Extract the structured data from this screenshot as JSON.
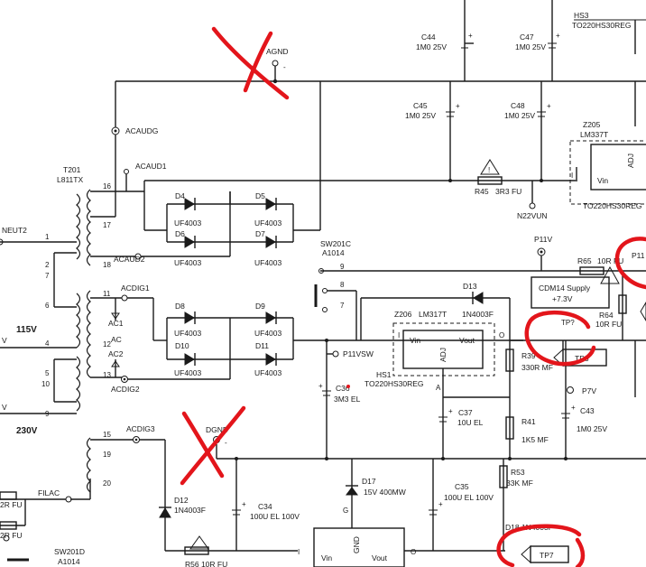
{
  "transformer": {
    "ref": "T201",
    "part": "L811TX",
    "pins": [
      "1",
      "2",
      "7",
      "6",
      "4",
      "5",
      "10",
      "9",
      "16",
      "17",
      "18",
      "11",
      "12",
      "13",
      "15",
      "19",
      "20"
    ],
    "voltage_115": "115V",
    "voltage_230": "230V",
    "left_cut_1": "NEUT2",
    "left_cut_2": "V",
    "left_cut_3": "V"
  },
  "nets": {
    "agnd": "AGND",
    "acaudg": "ACAUDG",
    "acaud1": "ACAUD1",
    "acaud2": "ACAUD2",
    "acdig1": "ACDIG1",
    "acdig2": "ACDIG2",
    "acdig3": "ACDIG3",
    "ac1": "AC1",
    "ac": "AC",
    "ac2": "AC2",
    "dgnd": "DGND",
    "filac": "FILAC",
    "p11v": "P11V",
    "p11vsw": "P11VSW",
    "p7v": "P7V",
    "n22vun": "N22VUN",
    "p11_cut": "P11",
    "minus": "-"
  },
  "diodes": {
    "audio": [
      {
        "ref": "D4",
        "part": "UF4003"
      },
      {
        "ref": "D5",
        "part": "UF4003"
      },
      {
        "ref": "D6",
        "part": "UF4003"
      },
      {
        "ref": "D7",
        "part": "UF4003"
      }
    ],
    "digital": [
      {
        "ref": "D8",
        "part": "UF4003"
      },
      {
        "ref": "D9",
        "part": "UF4003"
      },
      {
        "ref": "D10",
        "part": "UF4003"
      },
      {
        "ref": "D11",
        "part": "UF4003"
      }
    ],
    "d12": {
      "ref": "D12",
      "part": "1N4003F"
    },
    "d13": {
      "ref": "D13",
      "part": "1N4003F"
    },
    "d17": {
      "ref": "D17",
      "part": "15V 400MW"
    }
  },
  "capacitors": {
    "c44": {
      "ref": "C44",
      "value": "1M0 25V"
    },
    "c47": {
      "ref": "C47",
      "value": "1M0 25V"
    },
    "c45": {
      "ref": "C45",
      "value": "1M0 25V"
    },
    "c48": {
      "ref": "C48",
      "value": "1M0 25V"
    },
    "c36": {
      "ref": "C36",
      "value": "3M3 EL"
    },
    "c37": {
      "ref": "C37",
      "value": "10U EL"
    },
    "c43": {
      "ref": "C43",
      "value": "1M0 25V"
    },
    "c34": {
      "ref": "C34",
      "value": "100U EL 100V"
    },
    "c35": {
      "ref": "C35",
      "value": "100U EL 100V"
    }
  },
  "resistors": {
    "r45": {
      "ref": "R45",
      "value": "3R3 FU"
    },
    "r65": {
      "ref": "R65",
      "value": "10R FU"
    },
    "r64": {
      "ref": "R64",
      "value": "10R FU"
    },
    "r39": {
      "ref": "R39",
      "value": "330R MF"
    },
    "r41": {
      "ref": "R41",
      "value": "1K5 MF"
    },
    "r53": {
      "ref": "R53",
      "value": "33K MF"
    },
    "r2_fu_a": "2R FU",
    "r2_fu_b": "2R FU",
    "r56": "R56  10R FU"
  },
  "regulators": {
    "z205": {
      "ref": "Z205",
      "part": "LM337T"
    },
    "z206": {
      "ref": "Z206",
      "part": "LM317T"
    },
    "hs3": {
      "ref": "HS3",
      "part": "TO220HS30REG"
    },
    "hs1": {
      "ref": "HS1",
      "part": "TO220HS30REG"
    },
    "hs_right": "TO220HS30REG",
    "vin": "Vin",
    "vout": "Vout",
    "adj": "ADJ",
    "pin_i": "I",
    "pin_o": "O",
    "pin_a": "A",
    "gnd": "GND",
    "g": "G"
  },
  "switches": {
    "sw201c": {
      "ref": "SW201C",
      "part": "A1014",
      "pins": [
        "9",
        "8",
        "7"
      ]
    },
    "sw201d": {
      "ref": "SW201D",
      "part": "A1014"
    }
  },
  "supply_box": {
    "line1": "CDM14 Supply",
    "line2": "+7.3V"
  },
  "testpoints": {
    "tp3": "TP3",
    "tp7": "TP7",
    "tp_top": "TP?"
  },
  "d18_partial": "D18  1N4003F",
  "warning_symbol": "!"
}
